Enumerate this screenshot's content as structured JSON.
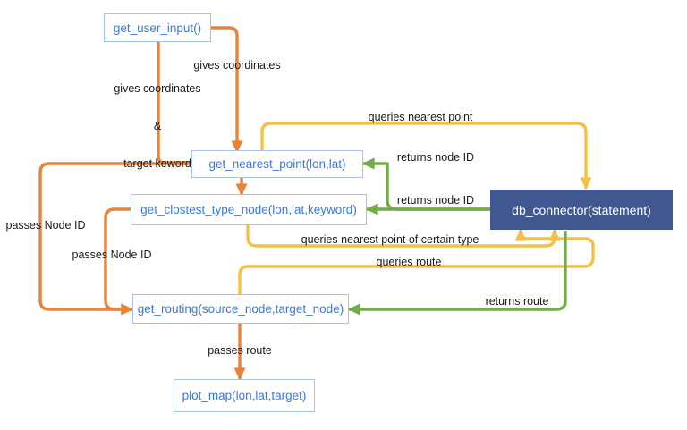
{
  "diagram": {
    "type": "flowchart",
    "title": "",
    "colors": {
      "node_border": "#a4c2f4",
      "node_text": "#3c78d8",
      "db_fill": "#41578f",
      "db_text": "#ffffff",
      "arrow_orange": "#e8833a",
      "arrow_yellow": "#f5c143",
      "arrow_green": "#74ab49",
      "label_text": "#1a1a1a",
      "background": "#ffffff"
    },
    "nodes": [
      {
        "id": "get_user_input",
        "label": "get_user_input()"
      },
      {
        "id": "get_nearest_point",
        "label": "get_nearest_point(lon,lat)"
      },
      {
        "id": "get_clostest_type_node",
        "label": "get_clostest_type_node(lon,lat,keyword)"
      },
      {
        "id": "db_connector",
        "label": "db_connector(statement)"
      },
      {
        "id": "get_routing",
        "label": "get_routing(source_node,target_node)"
      },
      {
        "id": "plot_map",
        "label": "plot_map(lon,lat,target)"
      }
    ],
    "edges": [
      {
        "id": "e1",
        "from": "get_user_input",
        "to": "get_nearest_point",
        "label": "gives coordinates",
        "color": "orange"
      },
      {
        "id": "e2",
        "from": "get_user_input",
        "to": "get_clostest_type_node",
        "label_line1": "gives coordinates",
        "label_line2": "&",
        "label_line3": "target keword",
        "color": "orange"
      },
      {
        "id": "e3",
        "from": "get_nearest_point",
        "to": "get_routing",
        "label": "passes Node ID",
        "color": "orange"
      },
      {
        "id": "e4",
        "from": "get_clostest_type_node",
        "to": "get_routing",
        "label": "passes Node ID",
        "color": "orange"
      },
      {
        "id": "e5",
        "from": "get_nearest_point",
        "to": "db_connector",
        "label": "queries nearest point",
        "color": "yellow"
      },
      {
        "id": "e6",
        "from": "db_connector",
        "to": "get_nearest_point",
        "label": "returns node ID",
        "color": "green"
      },
      {
        "id": "e7",
        "from": "db_connector",
        "to": "get_clostest_type_node",
        "label": "returns node ID",
        "color": "green"
      },
      {
        "id": "e8",
        "from": "get_clostest_type_node",
        "to": "db_connector",
        "label": "queries nearest point of certain type",
        "color": "yellow"
      },
      {
        "id": "e9",
        "from": "get_routing",
        "to": "db_connector",
        "label": "queries route",
        "color": "yellow"
      },
      {
        "id": "e10",
        "from": "db_connector",
        "to": "get_routing",
        "label": "returns route",
        "color": "green"
      },
      {
        "id": "e11",
        "from": "get_routing",
        "to": "plot_map",
        "label": "passes route",
        "color": "orange"
      }
    ]
  }
}
